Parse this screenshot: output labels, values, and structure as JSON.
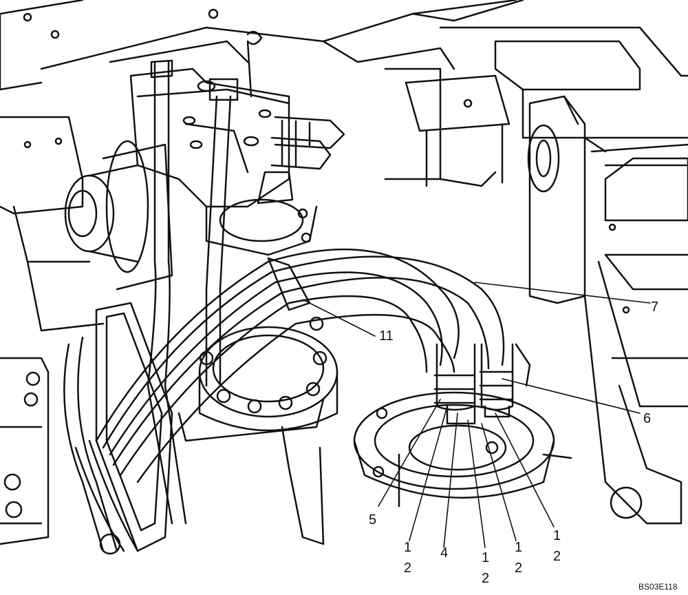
{
  "figure": {
    "code": "BS03E118",
    "stroke_color": "#111111",
    "background_color": "#ffffff",
    "callouts": [
      "7",
      "11",
      "6",
      "5",
      "1",
      "2",
      "4",
      "1",
      "2",
      "1",
      "2",
      "1",
      "2"
    ]
  }
}
